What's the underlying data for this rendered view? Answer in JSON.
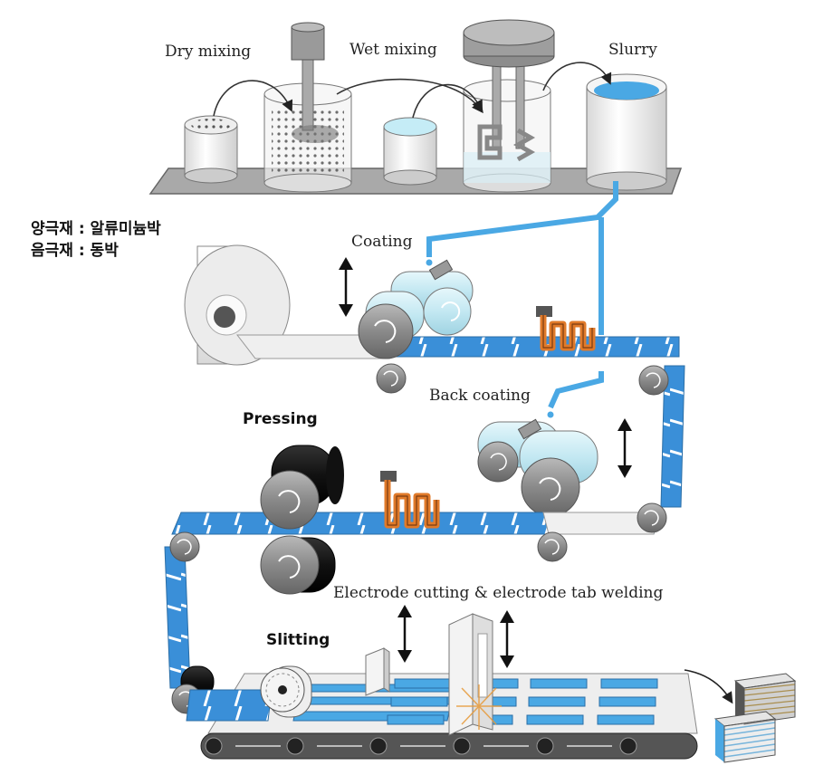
{
  "labels": {
    "dry_mixing": "Dry mixing",
    "wet_mixing": "Wet mixing",
    "slurry": "Slurry",
    "coating": "Coating",
    "back_coating": "Back coating",
    "pressing": "Pressing",
    "slitting": "Slitting",
    "cutting_welding": "Electrode cutting & electrode tab welding",
    "cathode_note": "양극재 : 알류미늄박",
    "anode_note": "음극재 : 동박"
  },
  "colors": {
    "coating_blue": "#5aaee6",
    "belt_blue": "#3a8fd8",
    "roller_gray": "#8c8c8c",
    "heater_orange": "#e07a2a",
    "black_roller": "#1a1a1a"
  }
}
